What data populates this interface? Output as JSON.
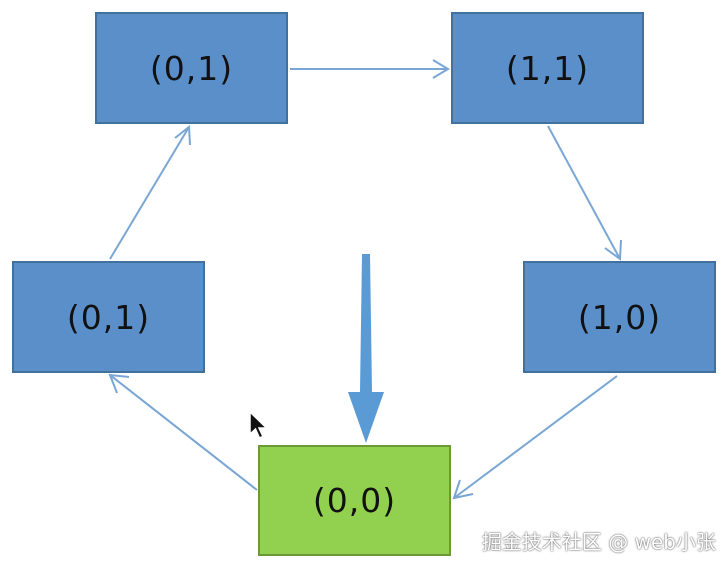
{
  "colors": {
    "blue_box": "#5b8fc9",
    "green_box": "#92d050",
    "connector": "#7aa6d6",
    "big_arrow": "#5b9bd5"
  },
  "nodes": {
    "top_left": {
      "label": "(0,1)"
    },
    "top_right": {
      "label": "(1,1)"
    },
    "mid_left": {
      "label": "(0,1)"
    },
    "mid_right": {
      "label": "(1,0)"
    },
    "bottom": {
      "label": "(0,0)"
    }
  },
  "watermark": "掘金技术社区 @ web小张",
  "cursor": {
    "icon": "mouse-pointer-icon"
  }
}
